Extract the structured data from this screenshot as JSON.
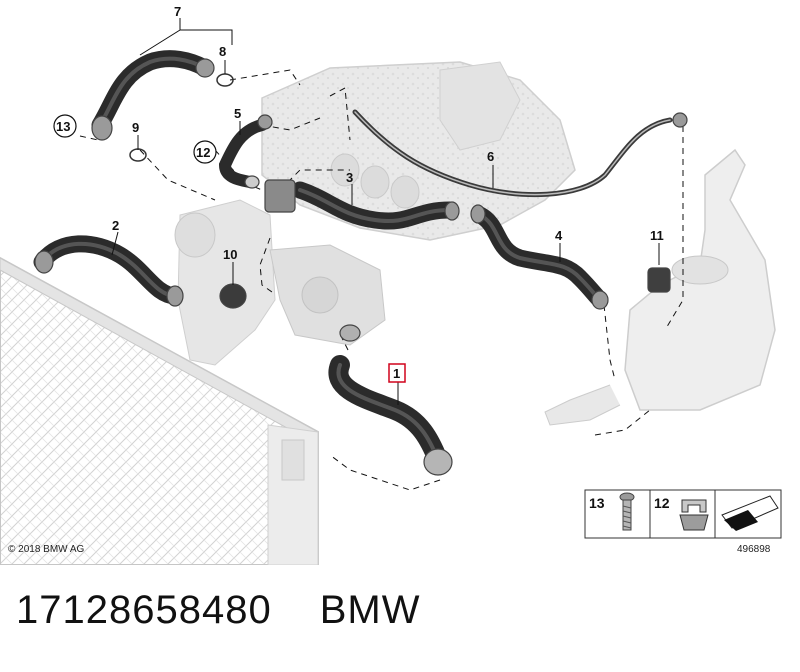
{
  "diagram": {
    "callouts": [
      "1",
      "2",
      "3",
      "4",
      "5",
      "6",
      "7",
      "8",
      "9",
      "10",
      "11",
      "12",
      "13"
    ],
    "highlighted_callout": "1",
    "legend": {
      "items": [
        "13",
        "12"
      ]
    },
    "copyright": "© 2018 BMW AG",
    "diagram_number": "496898"
  },
  "caption": {
    "part_number": "17128658480",
    "brand": "BMW"
  }
}
